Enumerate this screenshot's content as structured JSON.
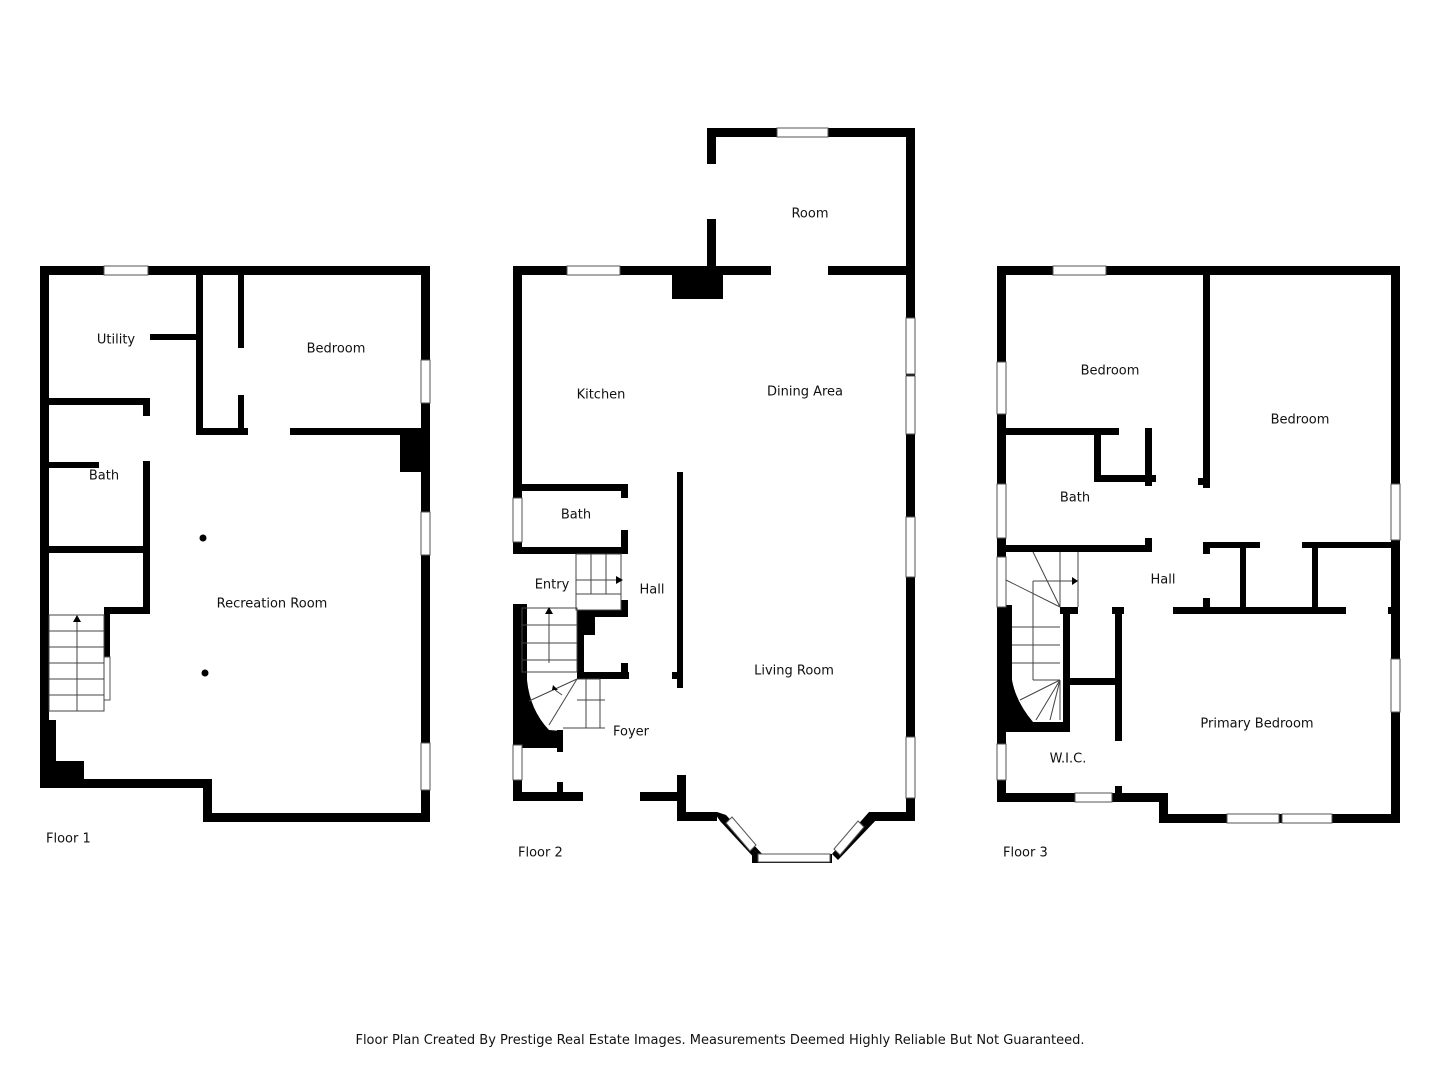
{
  "floors": [
    {
      "label": "Floor 1",
      "rooms": [
        {
          "name": "Utility"
        },
        {
          "name": "Bedroom"
        },
        {
          "name": "Bath"
        },
        {
          "name": "Recreation Room"
        }
      ]
    },
    {
      "label": "Floor 2",
      "rooms": [
        {
          "name": "Room"
        },
        {
          "name": "Kitchen"
        },
        {
          "name": "Dining Area"
        },
        {
          "name": "Bath"
        },
        {
          "name": "Entry"
        },
        {
          "name": "Hall"
        },
        {
          "name": "Living Room"
        },
        {
          "name": "Foyer"
        }
      ]
    },
    {
      "label": "Floor 3",
      "rooms": [
        {
          "name": "Bedroom"
        },
        {
          "name": "Bedroom"
        },
        {
          "name": "Bath"
        },
        {
          "name": "Hall"
        },
        {
          "name": "Primary Bedroom"
        },
        {
          "name": "W.I.C."
        }
      ]
    }
  ],
  "footer": {
    "text": "Floor Plan Created By Prestige Real Estate Images. Measurements Deemed Highly Reliable But Not Guaranteed."
  },
  "colors": {
    "wall": "#000000",
    "background": "#ffffff",
    "text": "#111111"
  }
}
